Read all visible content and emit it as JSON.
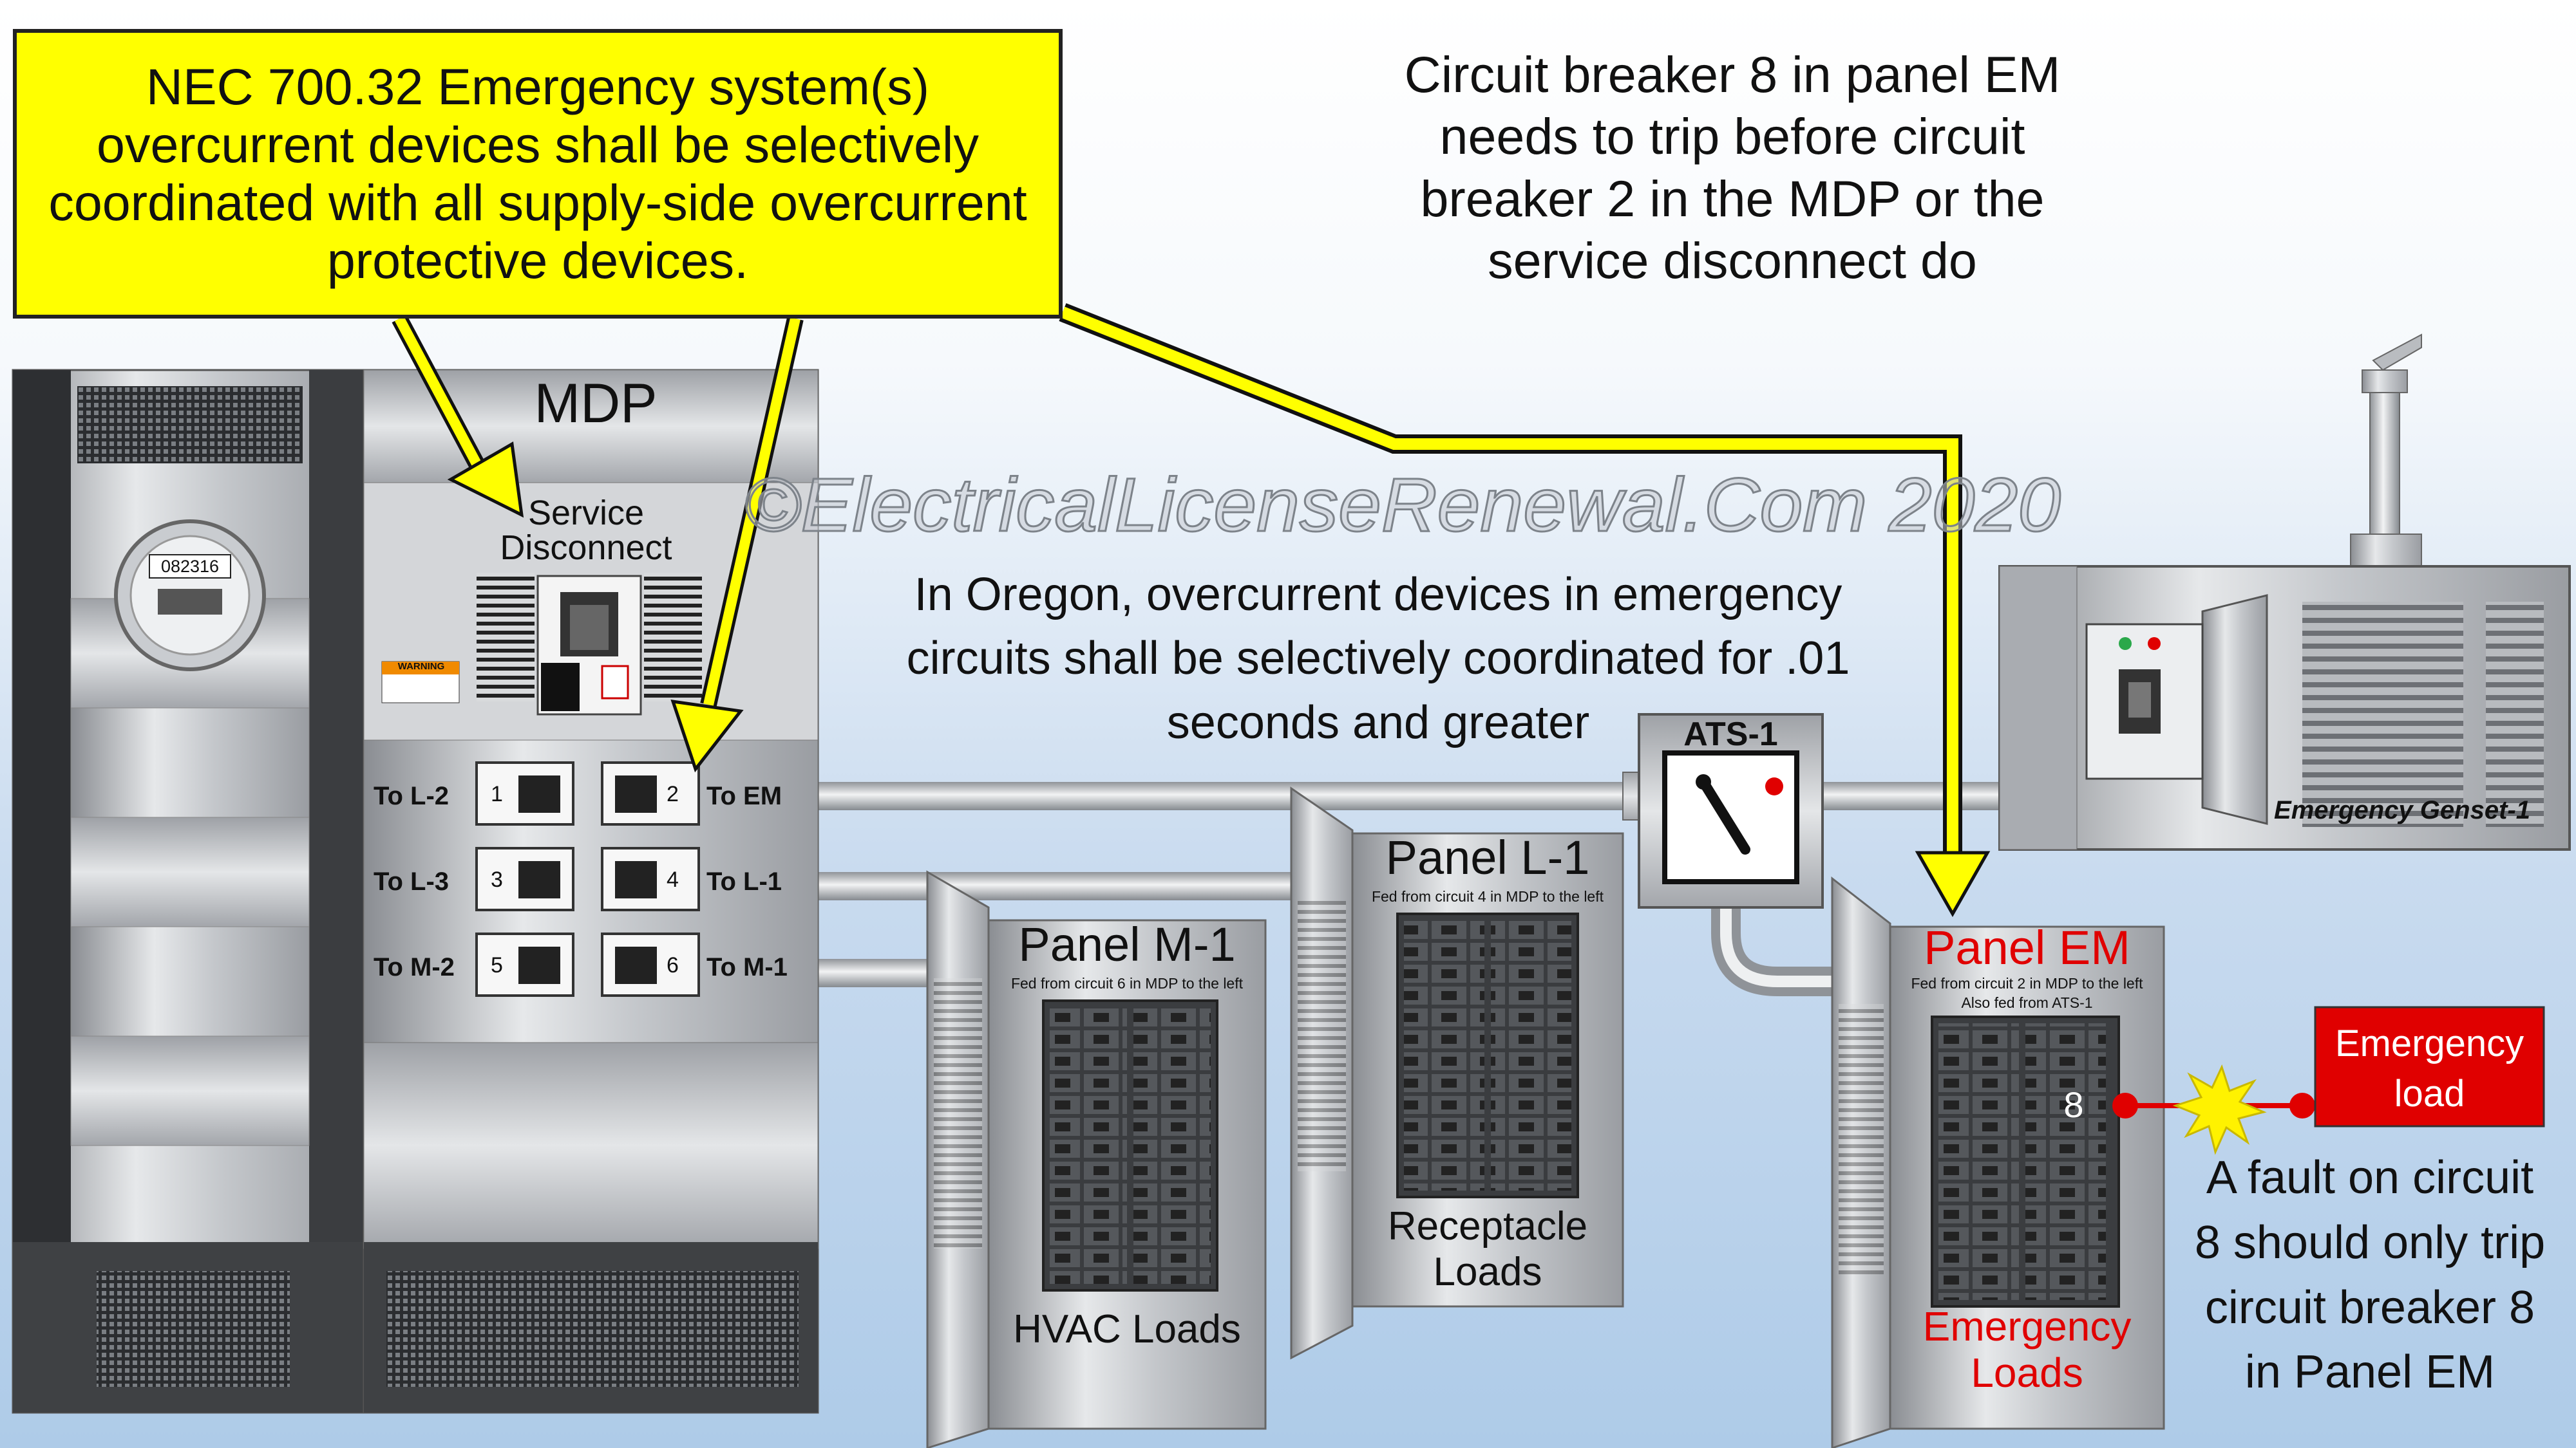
{
  "callout": {
    "text": "NEC 700.32 Emergency system(s) overcurrent devices shall be selectively coordinated with all supply-side overcurrent protective devices."
  },
  "note_top": {
    "lines": [
      "Circuit breaker 8 in panel EM",
      "needs to trip before circuit",
      "breaker 2 in the MDP or the",
      "service disconnect do"
    ]
  },
  "note_oregon": {
    "lines": [
      "In Oregon, overcurrent devices in emergency",
      "circuits shall be selectively coordinated for .01",
      "seconds and greater"
    ]
  },
  "watermark": "©ElectricalLicenseRenewal.Com 2020",
  "mdp": {
    "title": "MDP",
    "meter_number": "082316",
    "service_disconnect": [
      "Service",
      "Disconnect"
    ],
    "warning_label": "WARNING",
    "breakers": [
      {
        "num": "1",
        "label": "To L-2"
      },
      {
        "num": "2",
        "label": "To EM"
      },
      {
        "num": "3",
        "label": "To L-3"
      },
      {
        "num": "4",
        "label": "To L-1"
      },
      {
        "num": "5",
        "label": "To M-2"
      },
      {
        "num": "6",
        "label": "To M-1"
      }
    ]
  },
  "ats": {
    "label": "ATS-1"
  },
  "genset": {
    "label": "Emergency Genset-1"
  },
  "panel_l1": {
    "title": "Panel L-1",
    "sub": "Fed from circuit 4 in MDP to the left",
    "loads": [
      "Receptacle",
      "Loads"
    ]
  },
  "panel_m1": {
    "title": "Panel M-1",
    "sub": "Fed from circuit 6 in MDP to the left",
    "loads": [
      "HVAC Loads"
    ]
  },
  "panel_em": {
    "title": "Panel EM",
    "sub1": "Fed from circuit 2 in MDP to the left",
    "sub2": "Also fed from ATS-1",
    "loads": [
      "Emergency",
      "Loads"
    ],
    "circuit": "8"
  },
  "emergency_load": {
    "lines": [
      "Emergency",
      "load"
    ]
  },
  "note_fault": {
    "lines": [
      "A fault on circuit",
      "8 should only trip",
      "circuit breaker 8",
      "in Panel EM"
    ]
  },
  "colors": {
    "callout": "#ffff00",
    "arrow": "#ffff00",
    "fault": "#e00000",
    "em_title": "#e00000"
  }
}
